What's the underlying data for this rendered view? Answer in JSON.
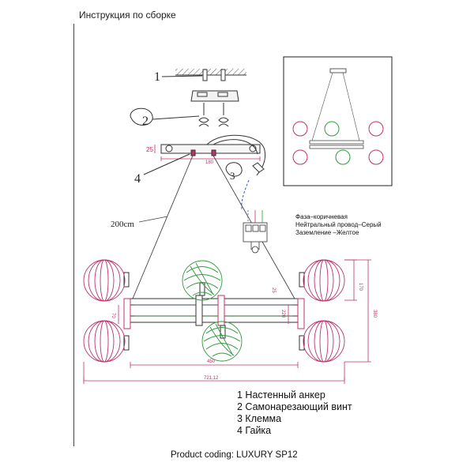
{
  "header": {
    "title": "Инструкция по сборке"
  },
  "callouts": {
    "n1": "1",
    "n2": "2",
    "n3": "3",
    "n4": "4"
  },
  "dimensions": {
    "cable": "200cm",
    "canopy_h": "25",
    "canopy_w": "180",
    "bar_len": "450",
    "overall_w": "721,12",
    "arm_h": "170",
    "total_h": "380",
    "left_side": "70",
    "mid_gap": "25",
    "right_side": "220"
  },
  "wiring": {
    "lines": [
      "Фаза–коричневая",
      "Нейтральный провод–Серый",
      "Заземление –Желтое"
    ]
  },
  "legend": {
    "items": [
      "1 Настенный анкер",
      "2 Самонарезающий винт",
      "3 Клемма",
      "4 Гайка"
    ]
  },
  "footer": {
    "product_code": "Product coding: LUXURY SP12"
  },
  "colors": {
    "shade_pink": "#c0306a",
    "shade_green": "#2e9a3a",
    "frame": "#333333",
    "dimension_pink": "#c0306a",
    "wire_blue": "#3a5ab8"
  }
}
